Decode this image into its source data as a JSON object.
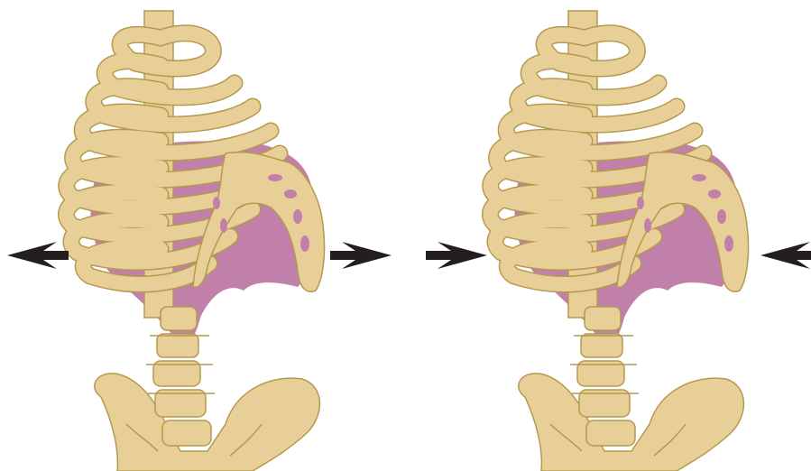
{
  "colors": {
    "bone": "#e8cf98",
    "bone_outline": "#b49a4e",
    "diaphragm": "#c080aa",
    "arrow": "#231f20",
    "background": "#ffffff"
  },
  "panels": [
    {
      "id": "left",
      "state": "ribcage-expanded",
      "arrows": "pointing-outward"
    },
    {
      "id": "right",
      "state": "ribcage-contracted",
      "arrows": "pointing-inward"
    }
  ]
}
